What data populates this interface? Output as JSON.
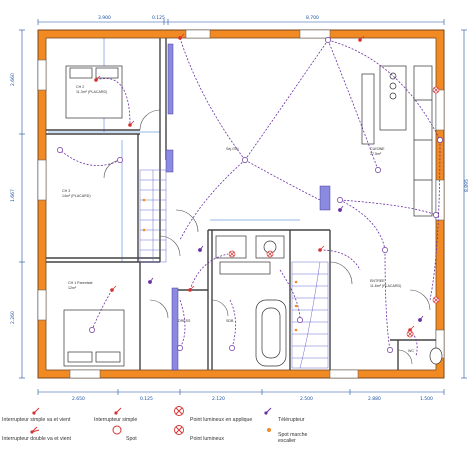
{
  "dimensions": {
    "top": [
      "3.900",
      "0.125",
      "8.700"
    ],
    "left": [
      "2.660",
      "1.667",
      "2.260"
    ],
    "right": [
      "8.895"
    ],
    "bottom": [
      "2.650",
      "0.125",
      "2.120",
      "2.500",
      "2.880",
      "1.500"
    ]
  },
  "rooms": [
    {
      "id": "ch2",
      "lines": [
        "CH 2",
        "11.3m² (PLACARD)"
      ]
    },
    {
      "id": "ch3",
      "lines": [
        "CH 3",
        "14m² (PLACARD)"
      ]
    },
    {
      "id": "ch1",
      "lines": [
        "CH 1 Parentale",
        "12m²"
      ]
    },
    {
      "id": "sejour",
      "lines": [
        "Séj./Séj.",
        ""
      ]
    },
    {
      "id": "cuisine",
      "lines": [
        "CUISINE",
        "37.5m²"
      ]
    },
    {
      "id": "entree",
      "lines": [
        "ENTREE",
        "11.6m² (PLACARD)"
      ]
    },
    {
      "id": "dress",
      "lines": [
        "DRESS",
        ""
      ]
    },
    {
      "id": "sdb",
      "lines": [
        "SDB",
        ""
      ]
    },
    {
      "id": "wc",
      "lines": [
        "WC",
        ""
      ]
    }
  ],
  "legend": [
    {
      "symbol": "interrupteur-va-et-vient",
      "label": "Interrupteur simple va et vient"
    },
    {
      "symbol": "interrupteur-simple",
      "label": "Interrupteur simple"
    },
    {
      "symbol": "point-applique",
      "label": "Point lumineux en applique"
    },
    {
      "symbol": "telerupteur",
      "label": "Télérupteur"
    },
    {
      "symbol": "interrupteur-double",
      "label": "Interrupteur double va et vient"
    },
    {
      "symbol": "spot",
      "label": "Spot"
    },
    {
      "symbol": "point-lumineux",
      "label": "Point lumineux"
    },
    {
      "symbol": "spot-escalier",
      "label": "Spot marche escalier"
    }
  ],
  "colors": {
    "wall": "#f28a24",
    "hatch": "#7a4a1e",
    "wiring": "#6a2fa3",
    "device": "#d93030",
    "dimension": "#1a4fa0",
    "stair": "#6a6ad0"
  }
}
